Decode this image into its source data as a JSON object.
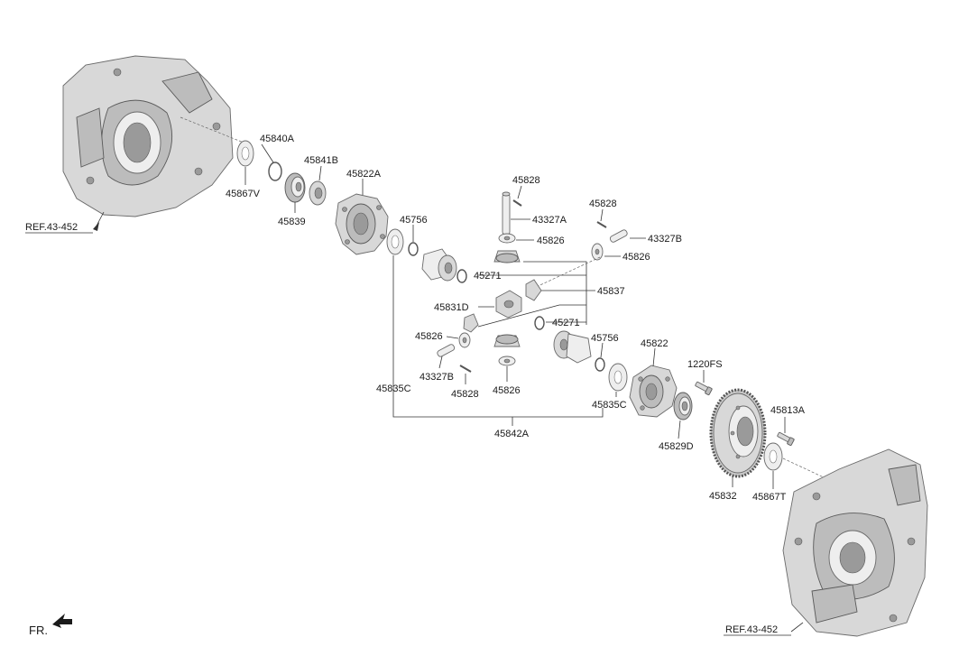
{
  "labels": {
    "p45840A": "45840A",
    "p45867V": "45867V",
    "p45841B": "45841B",
    "p45839": "45839",
    "p45822A": "45822A",
    "p45756a": "45756",
    "p45828a": "45828",
    "p43327A": "43327A",
    "p45826a": "45826",
    "p45828b": "45828",
    "p43327B_r": "43327B",
    "p45826b": "45826",
    "p45271a": "45271",
    "p45837": "45837",
    "p45831D": "45831D",
    "p45271b": "45271",
    "p45826c": "45826",
    "p45756b": "45756",
    "p45822": "45822",
    "p1220FS": "1220FS",
    "p43327B_l": "43327B",
    "p45835C_l": "45835C",
    "p45828c": "45828",
    "p45826d": "45826",
    "p45835C_r": "45835C",
    "p45813A": "45813A",
    "p45842A": "45842A",
    "p45829D": "45829D",
    "p45832": "45832",
    "p45867T": "45867T",
    "ref_top": "REF.43-452",
    "ref_bottom": "REF.43-452",
    "front": "FR."
  },
  "colors": {
    "line": "#333333",
    "part_fill": "#d8d8d8",
    "part_dark": "#bcbcbc",
    "text": "#1a1a1a"
  }
}
